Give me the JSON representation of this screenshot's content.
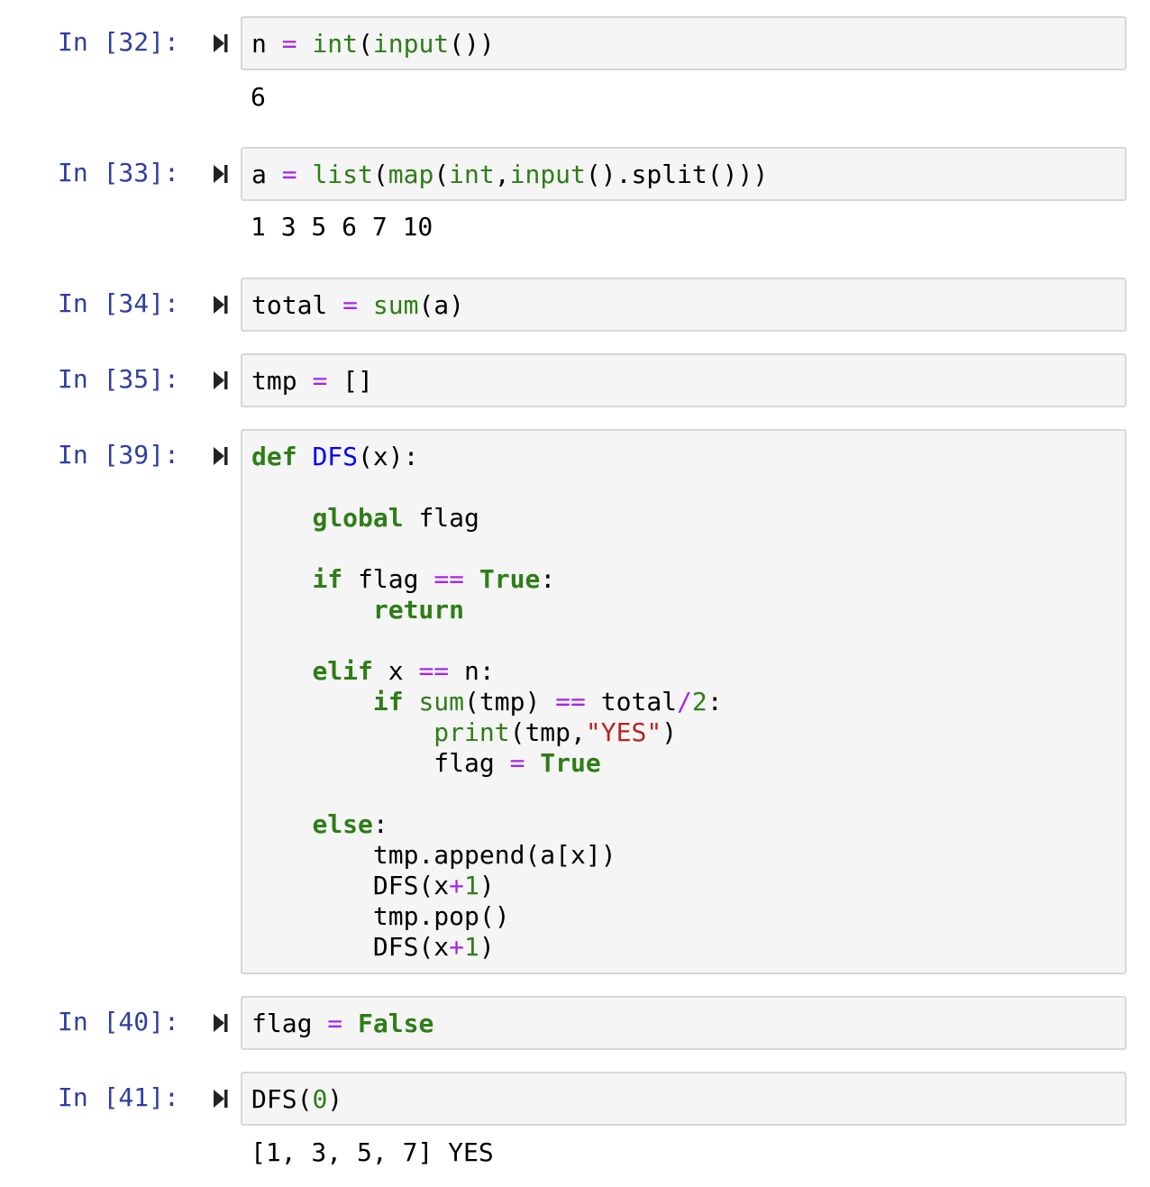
{
  "cells": [
    {
      "prompt": "In [32]:",
      "code_lines": [
        [
          {
            "t": "n ",
            "c": "txt"
          },
          {
            "t": "=",
            "c": "op"
          },
          {
            "t": " ",
            "c": "txt"
          },
          {
            "t": "int",
            "c": "bi"
          },
          {
            "t": "(",
            "c": "txt"
          },
          {
            "t": "input",
            "c": "bi"
          },
          {
            "t": "())",
            "c": "txt"
          }
        ]
      ],
      "output": "6"
    },
    {
      "prompt": "In [33]:",
      "code_lines": [
        [
          {
            "t": "a ",
            "c": "txt"
          },
          {
            "t": "=",
            "c": "op"
          },
          {
            "t": " ",
            "c": "txt"
          },
          {
            "t": "list",
            "c": "bi"
          },
          {
            "t": "(",
            "c": "txt"
          },
          {
            "t": "map",
            "c": "bi"
          },
          {
            "t": "(",
            "c": "txt"
          },
          {
            "t": "int",
            "c": "bi"
          },
          {
            "t": ",",
            "c": "txt"
          },
          {
            "t": "input",
            "c": "bi"
          },
          {
            "t": "().split()))",
            "c": "txt"
          }
        ]
      ],
      "output": "1 3 5 6 7 10"
    },
    {
      "prompt": "In [34]:",
      "code_lines": [
        [
          {
            "t": "total ",
            "c": "txt"
          },
          {
            "t": "=",
            "c": "op"
          },
          {
            "t": " ",
            "c": "txt"
          },
          {
            "t": "sum",
            "c": "bi"
          },
          {
            "t": "(a)",
            "c": "txt"
          }
        ]
      ],
      "output": ""
    },
    {
      "prompt": "In [35]:",
      "code_lines": [
        [
          {
            "t": "tmp ",
            "c": "txt"
          },
          {
            "t": "=",
            "c": "op"
          },
          {
            "t": " []",
            "c": "txt"
          }
        ]
      ],
      "output": ""
    },
    {
      "prompt": "In [39]:",
      "code_lines": [
        [
          {
            "t": "def",
            "c": "kw"
          },
          {
            "t": " ",
            "c": "txt"
          },
          {
            "t": "DFS",
            "c": "def"
          },
          {
            "t": "(x):",
            "c": "txt"
          }
        ],
        [],
        [
          {
            "t": "    ",
            "c": "txt"
          },
          {
            "t": "global",
            "c": "kw"
          },
          {
            "t": " flag",
            "c": "txt"
          }
        ],
        [],
        [
          {
            "t": "    ",
            "c": "txt"
          },
          {
            "t": "if",
            "c": "kw"
          },
          {
            "t": " flag ",
            "c": "txt"
          },
          {
            "t": "==",
            "c": "op"
          },
          {
            "t": " ",
            "c": "txt"
          },
          {
            "t": "True",
            "c": "kw"
          },
          {
            "t": ":",
            "c": "txt"
          }
        ],
        [
          {
            "t": "        ",
            "c": "txt"
          },
          {
            "t": "return",
            "c": "kw"
          }
        ],
        [],
        [
          {
            "t": "    ",
            "c": "txt"
          },
          {
            "t": "elif",
            "c": "kw"
          },
          {
            "t": " x ",
            "c": "txt"
          },
          {
            "t": "==",
            "c": "op"
          },
          {
            "t": " n:",
            "c": "txt"
          }
        ],
        [
          {
            "t": "        ",
            "c": "txt"
          },
          {
            "t": "if",
            "c": "kw"
          },
          {
            "t": " ",
            "c": "txt"
          },
          {
            "t": "sum",
            "c": "bi"
          },
          {
            "t": "(tmp) ",
            "c": "txt"
          },
          {
            "t": "==",
            "c": "op"
          },
          {
            "t": " total",
            "c": "txt"
          },
          {
            "t": "/",
            "c": "op"
          },
          {
            "t": "2",
            "c": "num"
          },
          {
            "t": ":",
            "c": "txt"
          }
        ],
        [
          {
            "t": "            ",
            "c": "txt"
          },
          {
            "t": "print",
            "c": "bi"
          },
          {
            "t": "(tmp,",
            "c": "txt"
          },
          {
            "t": "\"YES\"",
            "c": "str"
          },
          {
            "t": ")",
            "c": "txt"
          }
        ],
        [
          {
            "t": "            flag ",
            "c": "txt"
          },
          {
            "t": "=",
            "c": "op"
          },
          {
            "t": " ",
            "c": "txt"
          },
          {
            "t": "True",
            "c": "kw"
          }
        ],
        [],
        [
          {
            "t": "    ",
            "c": "txt"
          },
          {
            "t": "else",
            "c": "kw"
          },
          {
            "t": ":",
            "c": "txt"
          }
        ],
        [
          {
            "t": "        tmp.append(a[x])",
            "c": "txt"
          }
        ],
        [
          {
            "t": "        DFS(x",
            "c": "txt"
          },
          {
            "t": "+",
            "c": "op"
          },
          {
            "t": "1",
            "c": "num"
          },
          {
            "t": ")",
            "c": "txt"
          }
        ],
        [
          {
            "t": "        tmp.pop()",
            "c": "txt"
          }
        ],
        [
          {
            "t": "        DFS(x",
            "c": "txt"
          },
          {
            "t": "+",
            "c": "op"
          },
          {
            "t": "1",
            "c": "num"
          },
          {
            "t": ")",
            "c": "txt"
          }
        ]
      ],
      "output": ""
    },
    {
      "prompt": "In [40]:",
      "code_lines": [
        [
          {
            "t": "flag ",
            "c": "txt"
          },
          {
            "t": "=",
            "c": "op"
          },
          {
            "t": " ",
            "c": "txt"
          },
          {
            "t": "False",
            "c": "kw"
          }
        ]
      ],
      "output": ""
    },
    {
      "prompt": "In [41]:",
      "code_lines": [
        [
          {
            "t": "DFS(",
            "c": "txt"
          },
          {
            "t": "0",
            "c": "num"
          },
          {
            "t": ")",
            "c": "txt"
          }
        ]
      ],
      "output": "[1, 3, 5, 7] YES"
    }
  ],
  "icons": {
    "run": "run-cell-icon"
  },
  "colors": {
    "prompt": "#303f9f",
    "keyword": "#2e7d17",
    "builtin": "#2e7d17",
    "operator": "#a626e8",
    "string": "#ba2121",
    "function_def": "#0000ff",
    "cell_bg": "#f5f5f5",
    "cell_border": "#d7d7d7"
  }
}
